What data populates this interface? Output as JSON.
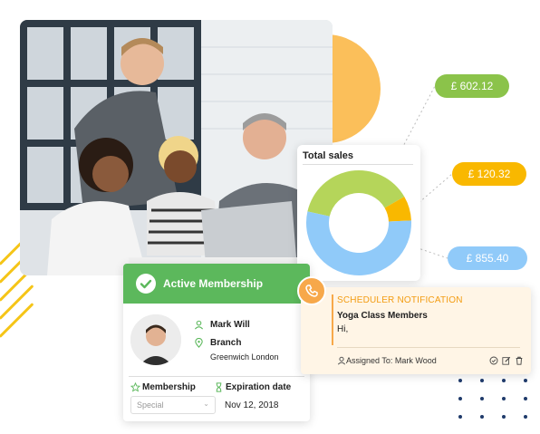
{
  "sales": {
    "title": "Total sales",
    "amounts": [
      "£ 602.12",
      "£ 120.32",
      "£ 855.40"
    ]
  },
  "chart_data": {
    "type": "pie",
    "donut": true,
    "categories": [
      "£ 602.12",
      "£ 120.32",
      "£ 855.40"
    ],
    "values": [
      602.12,
      120.32,
      855.4
    ],
    "colors": [
      "#b5d55a",
      "#f9b800",
      "#90caf9"
    ]
  },
  "membership": {
    "title": "Active Membership",
    "name": "Mark Will",
    "branch_label": "Branch",
    "branch_value": "Greenwich London",
    "membership_label": "Membership",
    "membership_value": "Special",
    "expiration_label": "Expiration date",
    "expiration_value": "Nov 12, 2018"
  },
  "scheduler": {
    "title": "SCHEDULER NOTIFICATION",
    "subject": "Yoga Class Members",
    "message": "Hi,",
    "assigned": "Assigned To: Mark Wood"
  },
  "colors": {
    "green": "#5cb85c",
    "orange": "#f7a84a",
    "yellow": "#f9b800",
    "blue": "#90caf9"
  }
}
